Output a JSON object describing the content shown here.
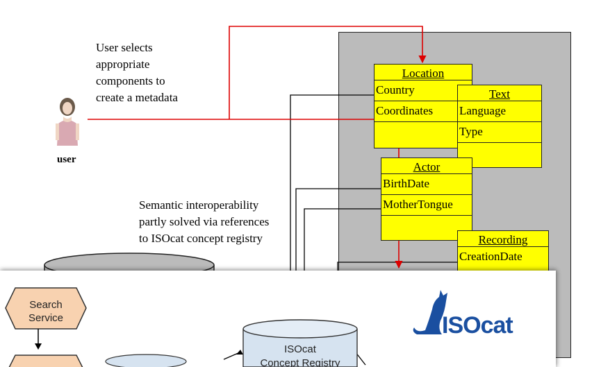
{
  "annotations": {
    "user_action": [
      "User selects",
      "appropriate",
      "components to",
      "create a metadata"
    ],
    "user_label": "user",
    "semantic": [
      "Semantic interoperability",
      "partly solved via references",
      "to ISOcat concept registry"
    ]
  },
  "components": {
    "location": {
      "title": "Location",
      "rows": [
        "Country",
        "Coordinates",
        ""
      ]
    },
    "text": {
      "title": "Text",
      "rows": [
        "Language",
        "Type",
        ""
      ]
    },
    "actor": {
      "title": "Actor",
      "rows": [
        "BirthDate",
        "MotherTongue",
        ""
      ]
    },
    "recording": {
      "title": "Recording",
      "rows": [
        "CreationDate"
      ]
    }
  },
  "lower_panel": {
    "search_service": [
      "Search",
      "Service"
    ],
    "registry": [
      "ISOcat",
      "Concept Registry"
    ],
    "logo_text": "ISOcat"
  },
  "colors": {
    "component_fill": "#ffff00",
    "arrow": "#dd0000",
    "panel_gray": "#bbbbbb",
    "search_fill": "#f8d2b0",
    "cylinder_fill": "#d6e3f0"
  }
}
